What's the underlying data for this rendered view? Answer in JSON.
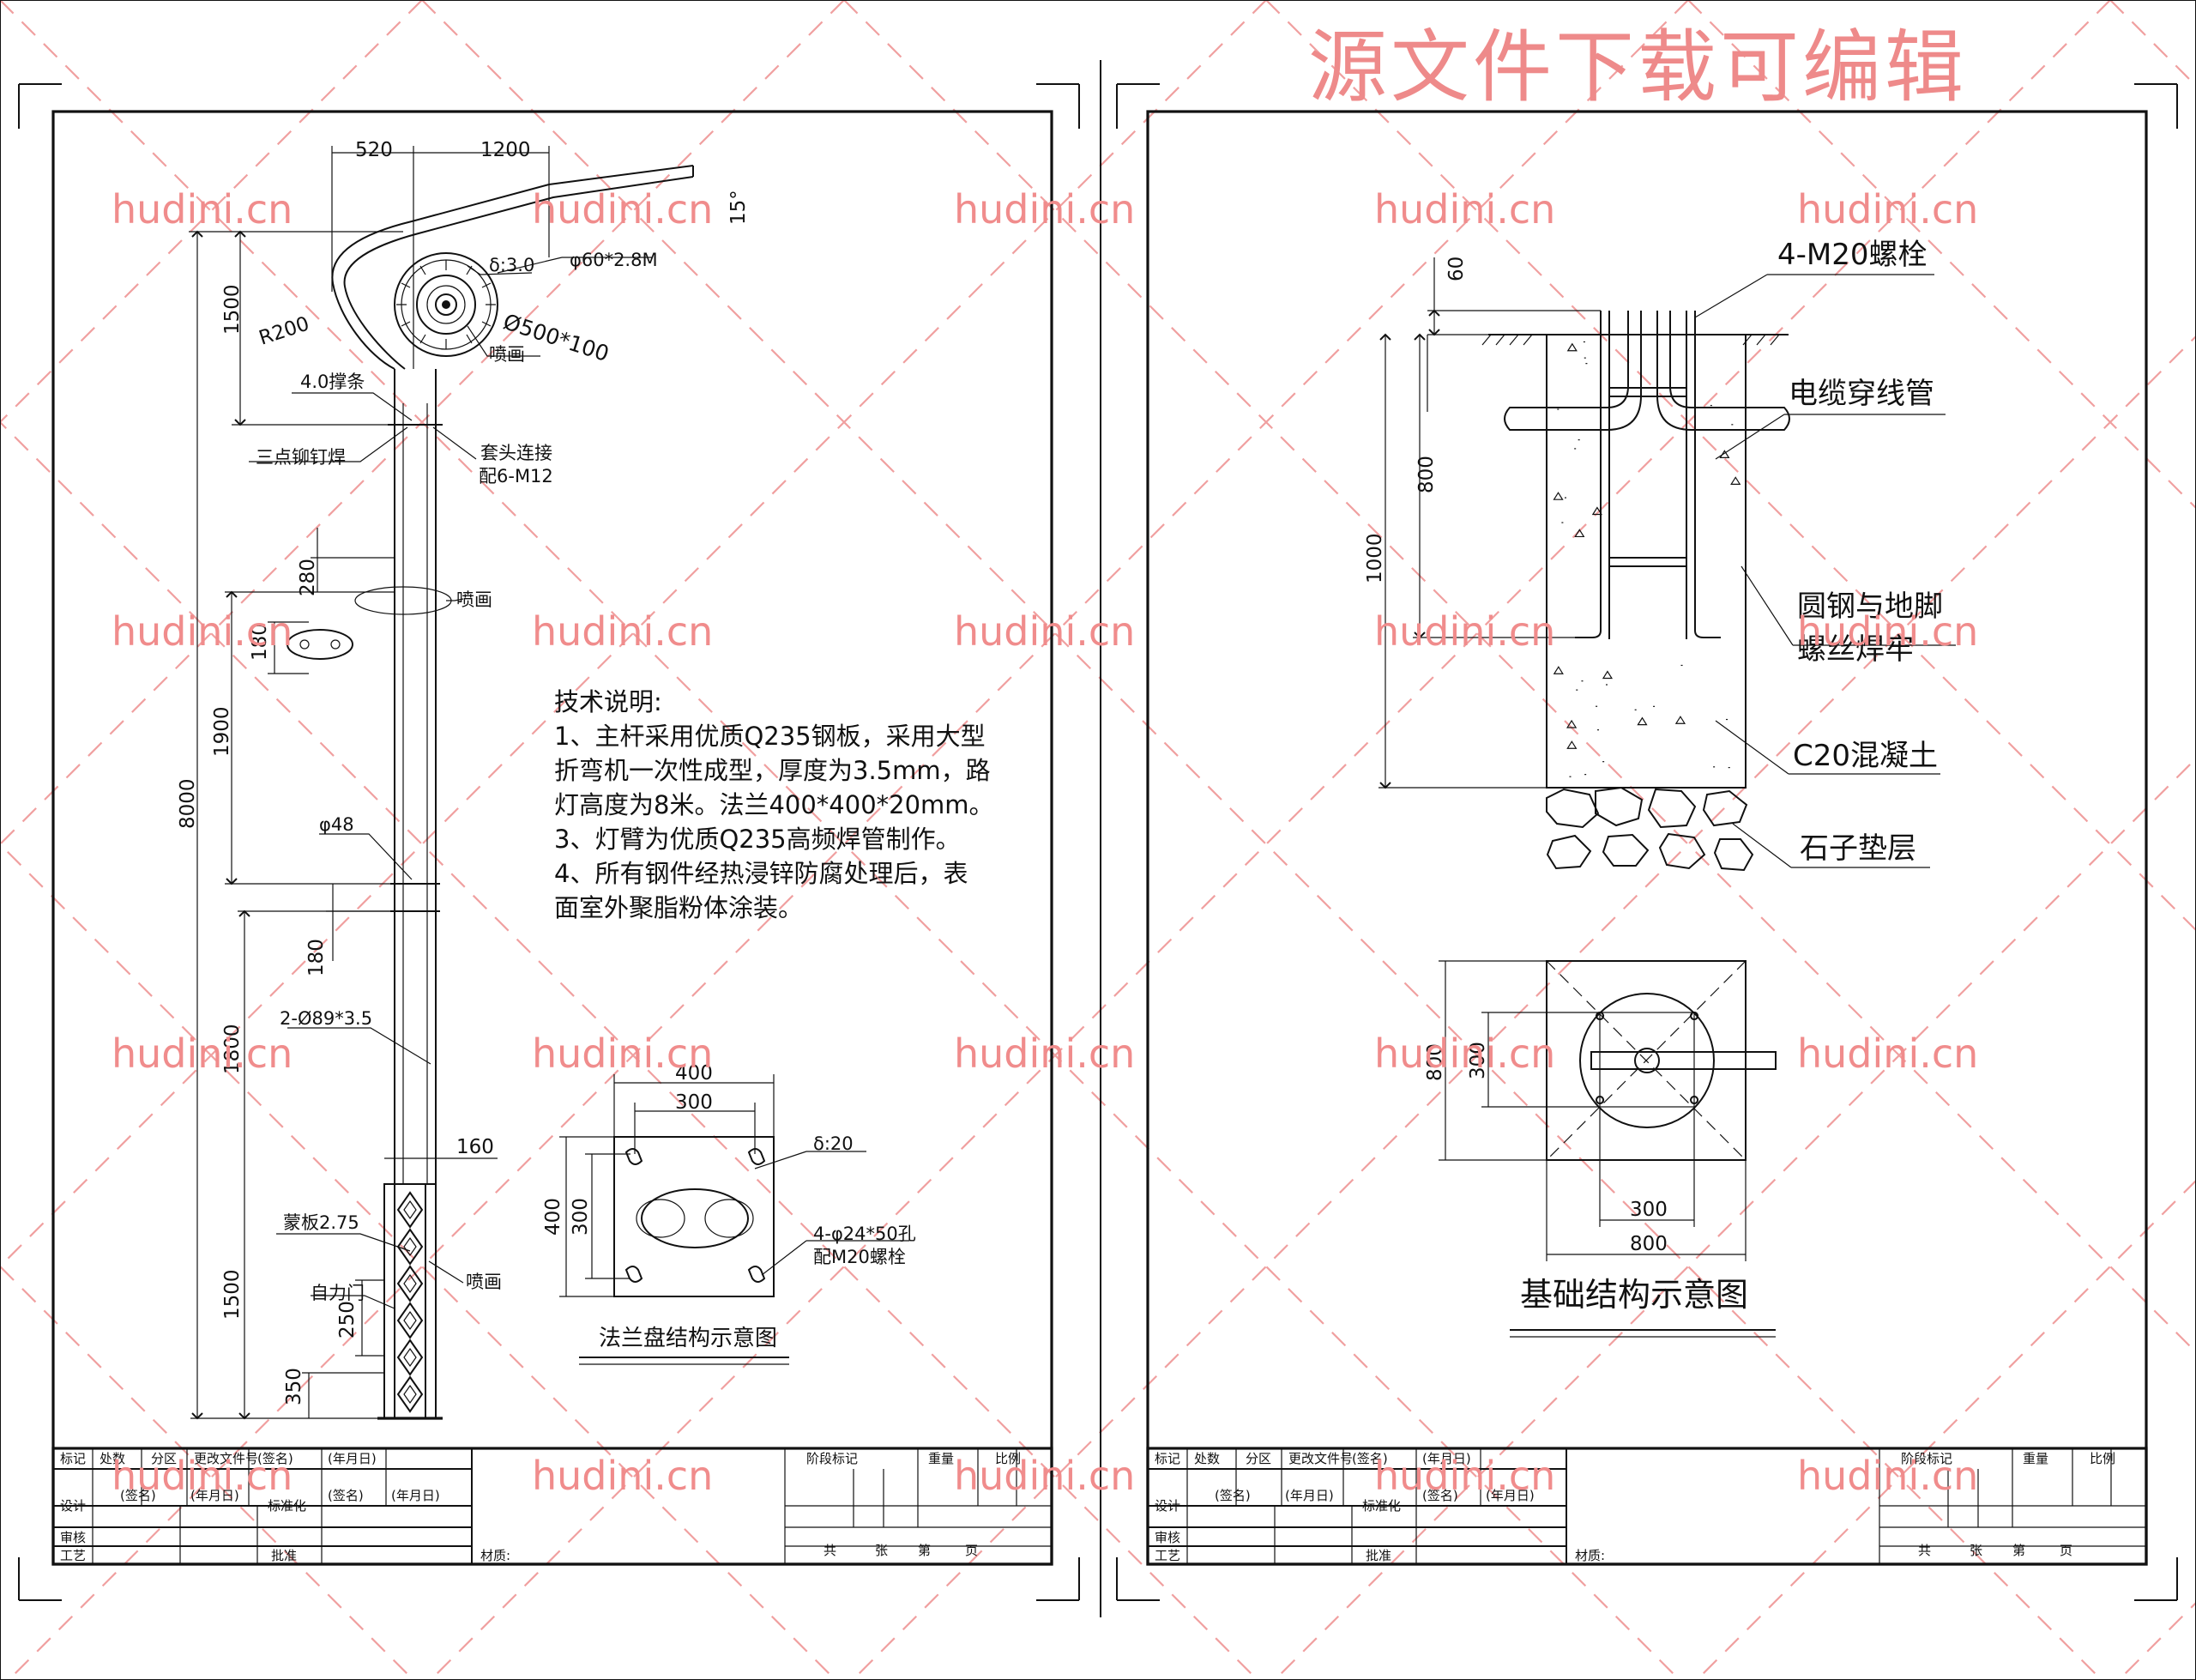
{
  "watermark": {
    "top_text": "源文件下载可编辑",
    "site": "hudini.cn"
  },
  "left_sheet": {
    "dimensions": {
      "d520": "520",
      "d1200": "1200",
      "d15": "15°",
      "d1500_top": "1500",
      "d280": "280",
      "d180_a": "180",
      "d1900": "1900",
      "d8000": "8000",
      "d180_b": "180",
      "d1800": "1800",
      "d160": "160",
      "d1500_bottom": "1500",
      "d250": "250",
      "d350": "350"
    },
    "labels": {
      "pipe": "φ60*2.8M",
      "delta3": "δ:3.0",
      "lamp": "Ø500*100",
      "paint1": "喷画",
      "r200": "R200",
      "brace": "4.0撑条",
      "rivet": "三点铆钉焊",
      "sleeve": "套头连接",
      "bolts": "配6-M12",
      "paint2": "喷画",
      "phi48": "φ48",
      "arm": "2-Ø89*3.5",
      "plate": "蒙板2.75",
      "door": "自力门",
      "paint3": "喷画"
    },
    "tech_notes": {
      "heading": "技术说明:",
      "lines": [
        "1、主杆采用优质Q235钢板，采用大型",
        "折弯机一次性成型，厚度为3.5mm，路",
        "灯高度为8米。法兰400*400*20mm。",
        "3、灯臂为优质Q235高频焊管制作。",
        "4、所有钢件经热浸锌防腐处理后，表",
        "面室外聚脂粉体涂装。"
      ]
    },
    "flange": {
      "d400_top": "400",
      "d300_top": "300",
      "d400_left": "400",
      "d300_left": "300",
      "delta": "δ:20",
      "holes": "4-φ24*50孔",
      "bolts": "配M20螺栓",
      "caption": "法兰盘结构示意图"
    }
  },
  "right_sheet": {
    "dimensions": {
      "d60": "60",
      "d800": "800",
      "d1000": "1000",
      "p800": "800",
      "p300": "300",
      "p300_b": "300",
      "p800_b": "800"
    },
    "labels": {
      "bolts": "4-M20螺栓",
      "conduit": "电缆穿线管",
      "weld_1": "圆钢与地脚",
      "weld_2": "螺丝焊牢",
      "concrete": "C20混凝土",
      "gravel": "石子垫层"
    },
    "caption": "基础结构示意图"
  },
  "title_block": {
    "r1": [
      "标记",
      "处数",
      "分区",
      "更改文件号",
      "(签名)",
      "(年月日)"
    ],
    "r2": [
      "设计",
      "(签名)",
      "(年月日)",
      "标准化",
      "(签名)",
      "(年月日)"
    ],
    "review": "审核",
    "craft": "工艺",
    "approve": "批准",
    "material": "材质:",
    "stage": "阶段标记",
    "weight": "重量",
    "scale": "比例",
    "total": "共",
    "sheets": "张",
    "page_no": "第",
    "page": "页"
  }
}
